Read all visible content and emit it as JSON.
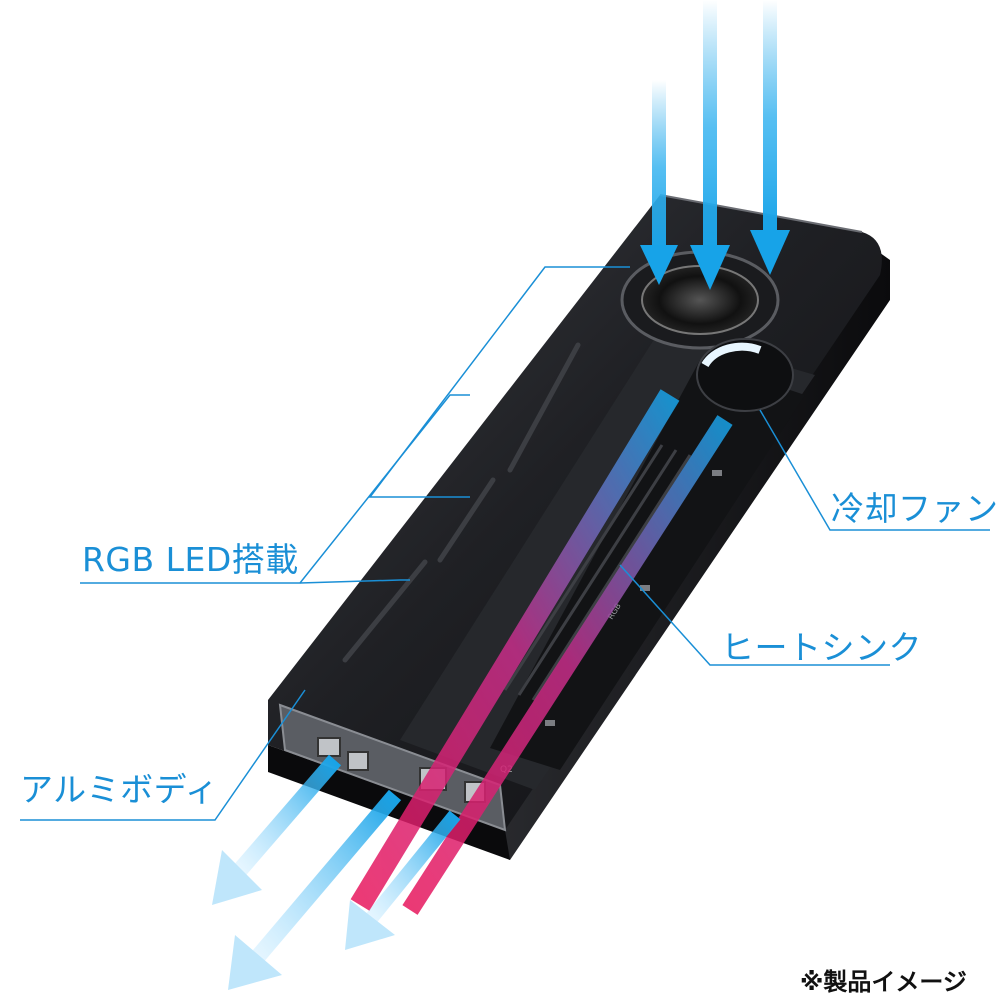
{
  "labels": {
    "rgb_led": "RGB LED搭載",
    "aluminum_body": "アルミボディ",
    "cooling_fan": "冷却ファン",
    "heat_sink": "ヒートシンク"
  },
  "pcb_marks": {
    "rgb": "RGB",
    "q2": "Q2"
  },
  "note": "※製品イメージ",
  "colors": {
    "callout": "#1a8fd6",
    "airflow_cold": "#17a3e8",
    "airflow_hot": "#e8175d",
    "body": "#1c1d20"
  }
}
